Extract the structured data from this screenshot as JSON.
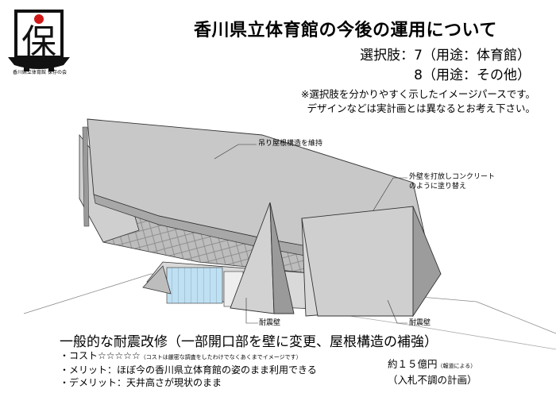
{
  "logo": {
    "glyph": "保",
    "caption": "香川県立体育館 保存の会",
    "dot_color": "#d01818"
  },
  "title": "香川県立体育館の今後の運用について",
  "selection": {
    "line1": "選択肢：7（用途：体育館）",
    "line2": "8（用途：その他）"
  },
  "notes": {
    "line1": "※選択肢を分かりやすく示したイメージパースです。",
    "line2": "デザインなどは実計画とは異なるとお考え下さい。"
  },
  "callouts": {
    "roof": "吊り屋根構造を維持",
    "wall_line1": "外壁を打放しコンクリート",
    "wall_line2": "のように塗り替え",
    "seismic_left": "耐震壁",
    "seismic_right": "耐震壁"
  },
  "summary": "一般的な耐震改修（一部開口部を壁に変更、屋根構造の補強）",
  "bullets": {
    "cost_label": "・コスト☆☆☆☆☆",
    "cost_note": "（コストは厳密な調査をしたわけでなくあくまでイメージです）",
    "merit": "・メリット：ほぼ今の香川県立体育館の姿のまま利用できる",
    "demerit": "・デメリット：天井高さが現状のまま"
  },
  "estimate": {
    "amount": "約１５億円",
    "amount_note": "（報道による）",
    "condition": "（入札不調の計画）"
  },
  "colors": {
    "concrete": "#c8c8c8",
    "glass": "#bfe0f2",
    "line": "#333333"
  }
}
